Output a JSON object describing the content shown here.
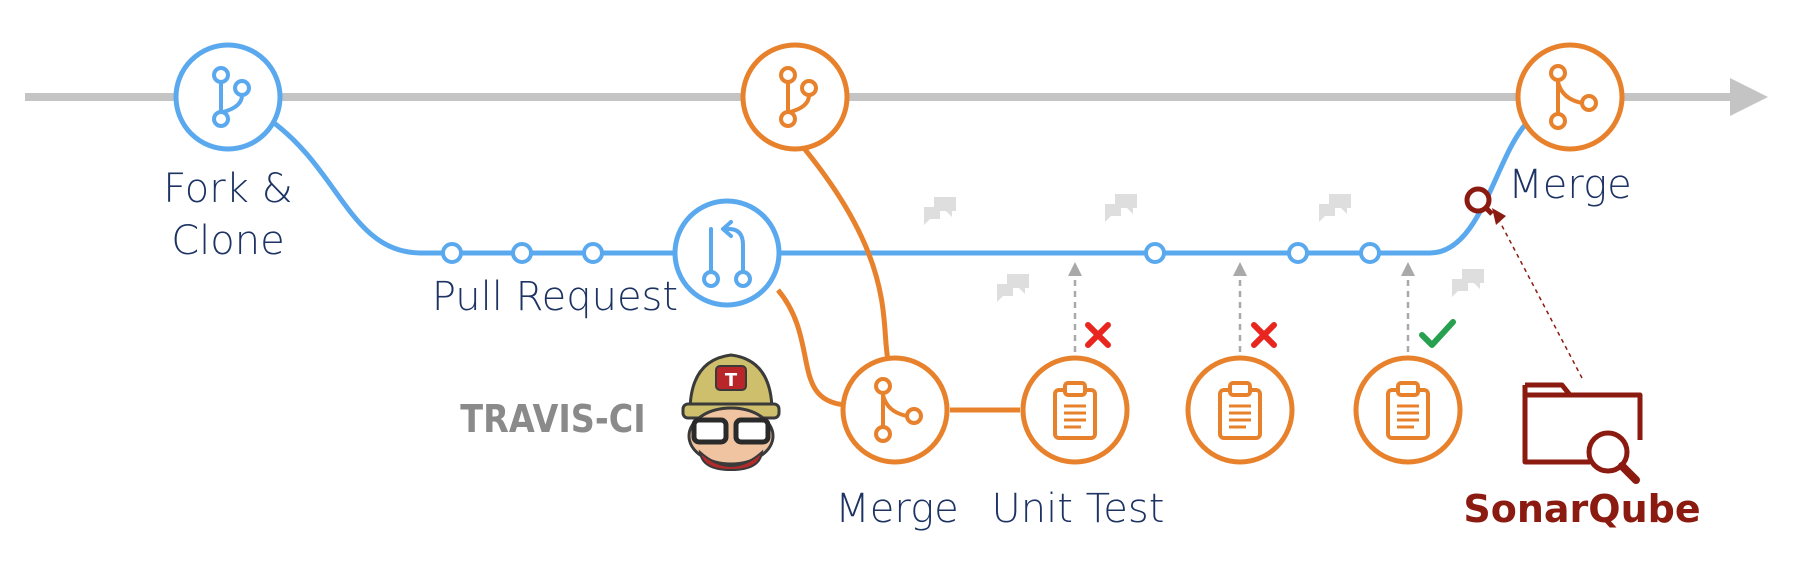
{
  "labels": {
    "fork": "Fork &",
    "clone": "Clone",
    "pull_request": "Pull Request",
    "merge_top": "Merge",
    "merge_bottom": "Merge",
    "unit_test": "Unit Test",
    "travis": "TRAVIS-CI",
    "sonarqube": "SonarQube",
    "travis_badge_letter": "T"
  },
  "colors": {
    "main_line": "#c4c4c4",
    "blue": "#5aa9ee",
    "orange": "#e8812c",
    "navy": "#1d3363",
    "sonar": "#8b1a10",
    "fail": "#e8261f",
    "pass": "#27a04f",
    "arrow_grey": "#a9a9a9",
    "comment_grey": "#dedede",
    "travis_text": "#8a8a8a"
  },
  "icons": {
    "fork": "git-fork-icon",
    "pull_request": "git-pull-request-icon",
    "merge": "git-merge-icon",
    "clipboard": "clipboard-icon",
    "comment": "comment-bubbles-icon",
    "fail": "x-mark-icon",
    "pass": "check-mark-icon",
    "folder": "folder-search-icon",
    "mascot": "travis-mascot-icon"
  },
  "test_results": [
    "fail",
    "fail",
    "pass"
  ]
}
